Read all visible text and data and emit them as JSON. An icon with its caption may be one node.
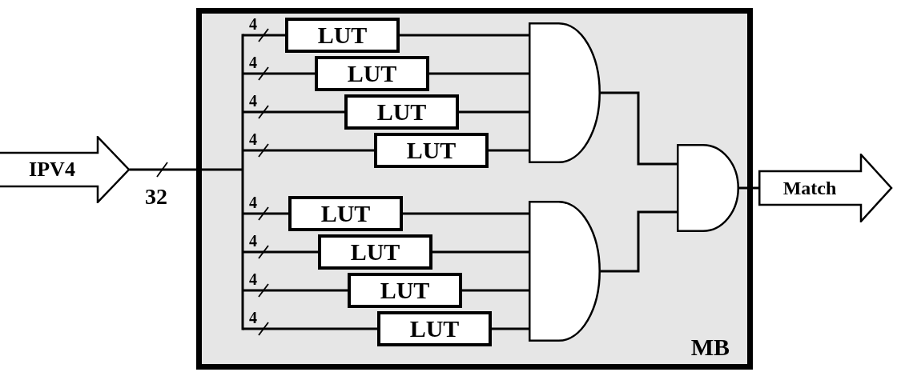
{
  "diagram": {
    "nodes": [
      {
        "text": [
          "IPV4"
        ]
      },
      {
        "text": [
          "MB"
        ]
      },
      {
        "text": [
          "LUT"
        ],
        "in": 1
      },
      {
        "text": [
          "LUT"
        ],
        "in": 1
      },
      {
        "text": [
          "LUT"
        ],
        "in": 1
      },
      {
        "text": [
          "LUT"
        ],
        "in": 1
      },
      {
        "text": [
          "LUT"
        ],
        "in": 1
      },
      {
        "text": [
          "LUT"
        ],
        "in": 1
      },
      {
        "text": [
          "LUT"
        ],
        "in": 1
      },
      {
        "text": [
          "LUT"
        ],
        "in": 1
      },
      {
        "text": [],
        "shape": "gate",
        "in": 1
      },
      {
        "text": [],
        "shape": "gate",
        "in": 1
      },
      {
        "text": [],
        "shape": "gate",
        "in": 1
      },
      {
        "text": [
          "Match"
        ]
      }
    ],
    "edges": [
      {
        "from": 0,
        "to": 2,
        "arrow": "none",
        "label": "4"
      },
      {
        "from": 0,
        "to": 3,
        "arrow": "none",
        "label": "4"
      },
      {
        "from": 0,
        "to": 4,
        "arrow": "none",
        "label": "4"
      },
      {
        "from": 0,
        "to": 5,
        "arrow": "none",
        "label": "4"
      },
      {
        "from": 0,
        "to": 6,
        "arrow": "none",
        "label": "4"
      },
      {
        "from": 0,
        "to": 7,
        "arrow": "none",
        "label": "4"
      },
      {
        "from": 0,
        "to": 8,
        "arrow": "none",
        "label": "4"
      },
      {
        "from": 0,
        "to": 9,
        "arrow": "none",
        "label": "4"
      },
      {
        "from": 2,
        "to": 10,
        "arrow": "none"
      },
      {
        "from": 3,
        "to": 10,
        "arrow": "none"
      },
      {
        "from": 4,
        "to": 10,
        "arrow": "none"
      },
      {
        "from": 5,
        "to": 10,
        "arrow": "none"
      },
      {
        "from": 6,
        "to": 11,
        "arrow": "none"
      },
      {
        "from": 7,
        "to": 11,
        "arrow": "none"
      },
      {
        "from": 8,
        "to": 11,
        "arrow": "none"
      },
      {
        "from": 9,
        "to": 11,
        "arrow": "none"
      },
      {
        "from": 10,
        "to": 12,
        "arrow": "none"
      },
      {
        "from": 11,
        "to": 12,
        "arrow": "none"
      },
      {
        "from": 12,
        "to": 13,
        "arrow": "none"
      }
    ],
    "labels": [
      "32"
    ]
  }
}
